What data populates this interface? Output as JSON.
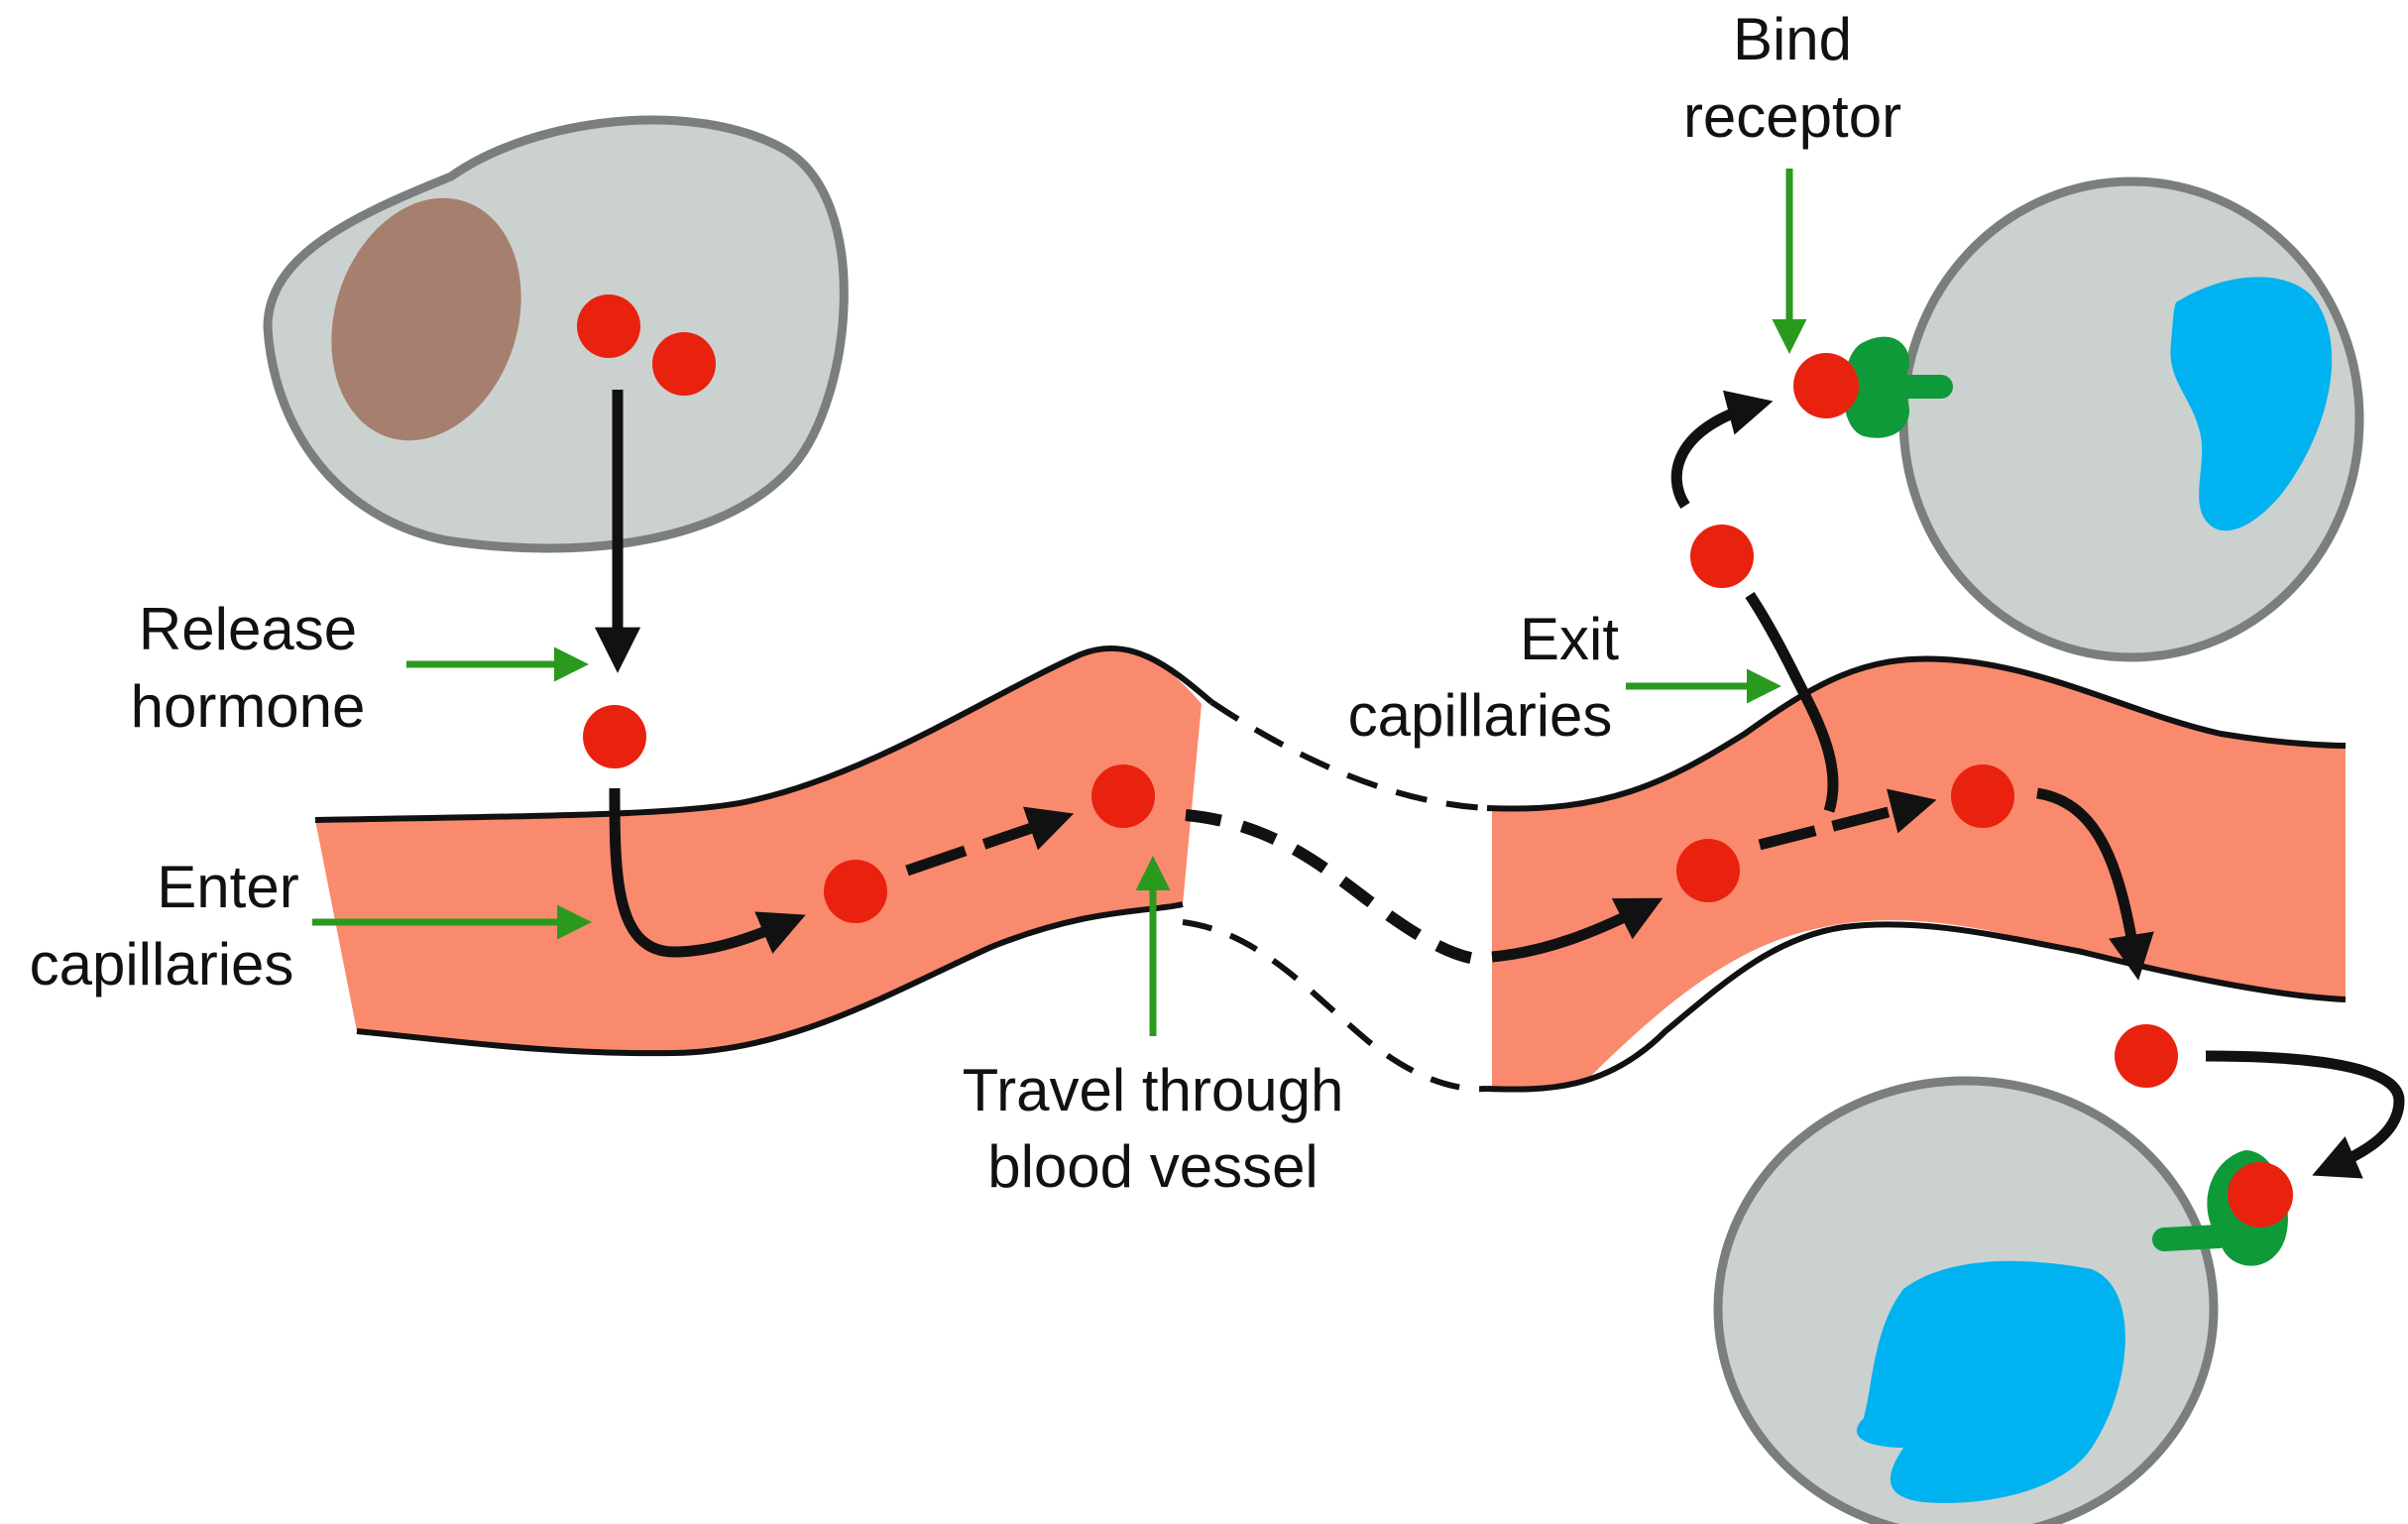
{
  "labels": {
    "release_line1": "Release",
    "release_line2": "hormone",
    "enter_line1": "Enter",
    "enter_line2": "capillaries",
    "travel_line1": "Travel through",
    "travel_line2": "blood vessel",
    "exit_line1": "Exit",
    "exit_line2": "capillaries",
    "bind_line1": "Bind",
    "bind_line2": "receptor"
  },
  "colors": {
    "cell_fill": "#cbd1cf",
    "cell_outline": "#7a7f7e",
    "secreting_nucleus": "#a67f6f",
    "target_nucleus": "#00b3f0",
    "vessel_fill": "#fa8a6e",
    "hormone": "#e8220e",
    "receptor": "#0f9a3a",
    "label_arrow": "#2a9a1e",
    "path_arrow": "#111111"
  },
  "icons": {
    "hormone": "red-circle",
    "receptor": "y-shaped-receptor",
    "cell": "rounded-cell"
  }
}
